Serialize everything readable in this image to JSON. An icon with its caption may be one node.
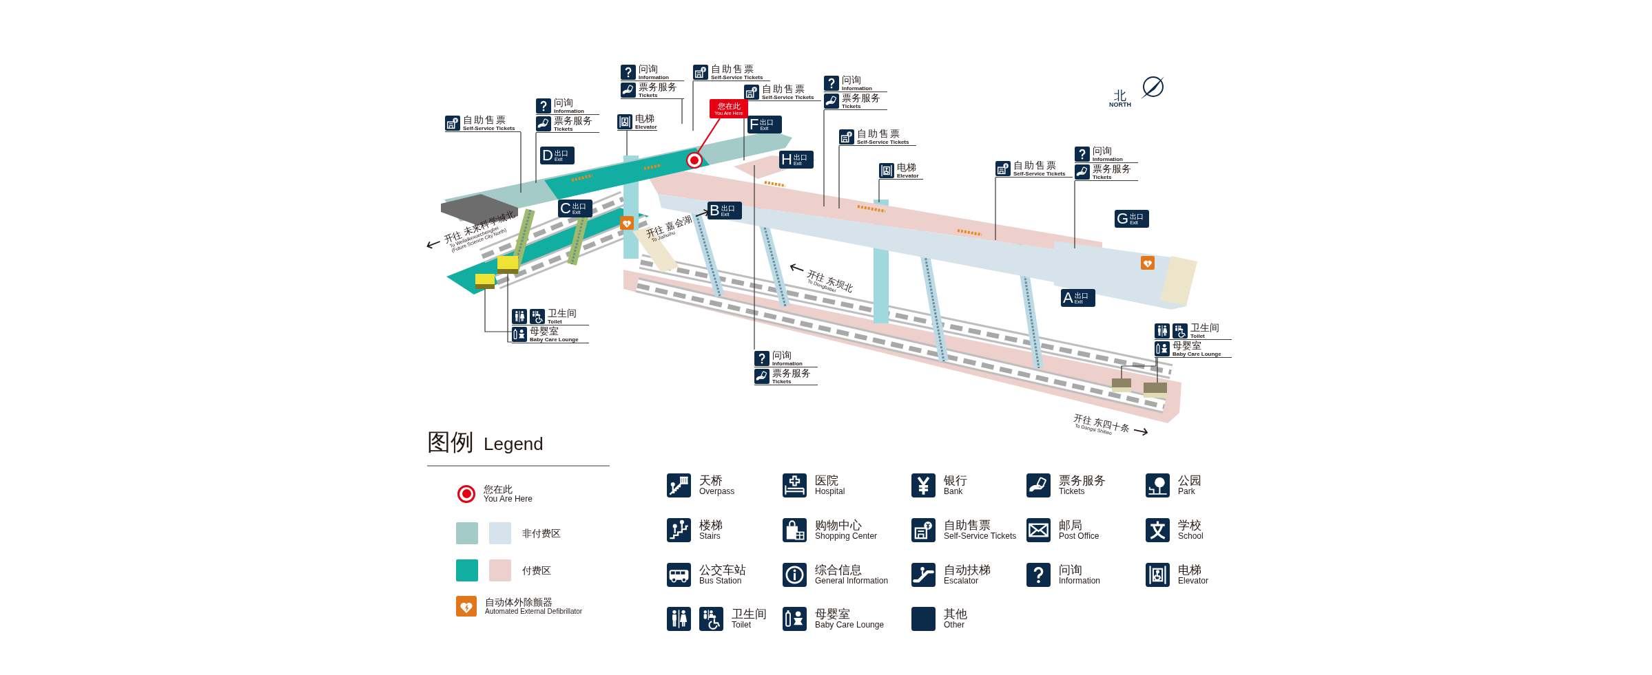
{
  "diagram": {
    "nodes": [
      {
        "text": [
          "问询",
          "Information",
          "票务服务",
          "Tickets"
        ]
      },
      {
        "text": [
          "自助售票",
          "Self-Service Tickets"
        ]
      },
      {
        "text": [
          "问询",
          "Information",
          "票务服务",
          "Tickets"
        ]
      },
      {
        "text": [
          "自助售票",
          "Self-Service Tickets"
        ]
      },
      {
        "text": [
          "问询",
          "Information",
          "票务服务",
          "Tickets"
        ]
      },
      {
        "text": [
          "您在此",
          "You Are Here"
        ]
      },
      {
        "text": [
          "电梯",
          "Elevator"
        ]
      },
      {
        "text": [
          "自助售票",
          "Self-Service Tickets"
        ]
      },
      {
        "text": [
          "自助售票",
          "Self-Service Tickets"
        ]
      },
      {
        "text": [
          "问询",
          "Information",
          "票务服务",
          "Tickets"
        ]
      },
      {
        "text": [
          "自助售票",
          "Self-Service Tickets"
        ]
      },
      {
        "text": [
          "电梯",
          "Elevator"
        ]
      },
      {
        "text": [],
        "shape": "circle"
      },
      {
        "text": [],
        "shape": "box"
      },
      {
        "text": [],
        "shape": "box"
      },
      {
        "text": [
          "卫生间",
          "Toilet",
          "母婴室",
          "Baby Care Lounge"
        ]
      },
      {
        "text": [
          "卫生间",
          "Toilet",
          "母婴室",
          "Baby Care Lounge"
        ]
      },
      {
        "text": [
          "问询",
          "Information",
          "票务服务",
          "Tickets"
        ]
      },
      {
        "text": [],
        "shape": "box"
      },
      {
        "text": [],
        "shape": "box"
      }
    ],
    "edges": [
      {
        "from": 0,
        "to": null,
        "arrow": "none"
      },
      {
        "from": 1,
        "to": null,
        "arrow": "none"
      },
      {
        "from": 2,
        "to": null,
        "arrow": "none"
      },
      {
        "from": 3,
        "to": null,
        "arrow": "none"
      },
      {
        "from": 4,
        "to": null,
        "arrow": "none"
      },
      {
        "from": 5,
        "to": 12,
        "arrow": "none",
        "color": "#e60012"
      },
      {
        "from": 6,
        "to": null,
        "arrow": "none"
      },
      {
        "from": 7,
        "to": null,
        "arrow": "none"
      },
      {
        "from": 8,
        "to": null,
        "arrow": "none"
      },
      {
        "from": 9,
        "to": null,
        "arrow": "none"
      },
      {
        "from": 10,
        "to": null,
        "arrow": "none"
      },
      {
        "from": 11,
        "to": null,
        "arrow": "none"
      },
      {
        "from": 15,
        "to": 13,
        "arrow": "none"
      },
      {
        "from": 15,
        "to": 14,
        "arrow": "none"
      },
      {
        "from": 16,
        "to": 18,
        "arrow": "none"
      },
      {
        "from": 16,
        "to": 19,
        "arrow": "none"
      },
      {
        "from": 17,
        "to": null,
        "arrow": "none"
      }
    ],
    "labels": [
      "北",
      "NORTH",
      "F",
      "出口",
      "Exit",
      "D",
      "出口",
      "Exit",
      "H",
      "出口",
      "Exit",
      "C",
      "出口",
      "Exit",
      "B",
      "出口",
      "Exit",
      "G",
      "出口",
      "Exit",
      "开往 未来科学城北",
      "To Weilaikexuechengbei",
      "(Future Science City North)",
      "开往 嘉会湖",
      "To Jiahuihu",
      "开往 东坝北",
      "To Dongbabei",
      "A",
      "出口",
      "Exit",
      "开往 东四十条",
      "To Dongsi Shitiao",
      "图例",
      "Legend"
    ],
    "legend": [
      {
        "text": "您在此 You Are Here"
      },
      {
        "text": "非付费区",
        "color": "#a4cbc8"
      },
      {
        "text": "付费区",
        "color": "#12aea2"
      },
      {
        "text": "自动体外除颤器 Automated External Defibrillator"
      },
      {
        "text": "天桥 Overpass"
      },
      {
        "text": "医院 Hospital"
      },
      {
        "text": "银行 Bank"
      },
      {
        "text": "票务服务 Tickets"
      },
      {
        "text": "公园 Park"
      },
      {
        "text": "楼梯 Stairs"
      },
      {
        "text": "购物中心 Shopping Center"
      },
      {
        "text": "自助售票 Self-Service Tickets"
      },
      {
        "text": "邮局 Post Office"
      },
      {
        "text": "学校 School"
      },
      {
        "text": "公交车站 Bus Station"
      },
      {
        "text": "综合信息 General Information"
      },
      {
        "text": "自动扶梯 Escalator"
      },
      {
        "text": "问询 Information"
      },
      {
        "text": "电梯 Elevator"
      },
      {
        "text": "卫生间 Toilet"
      },
      {
        "text": "母婴室 Baby Care Lounge"
      },
      {
        "text": "其他 Other"
      }
    ]
  }
}
